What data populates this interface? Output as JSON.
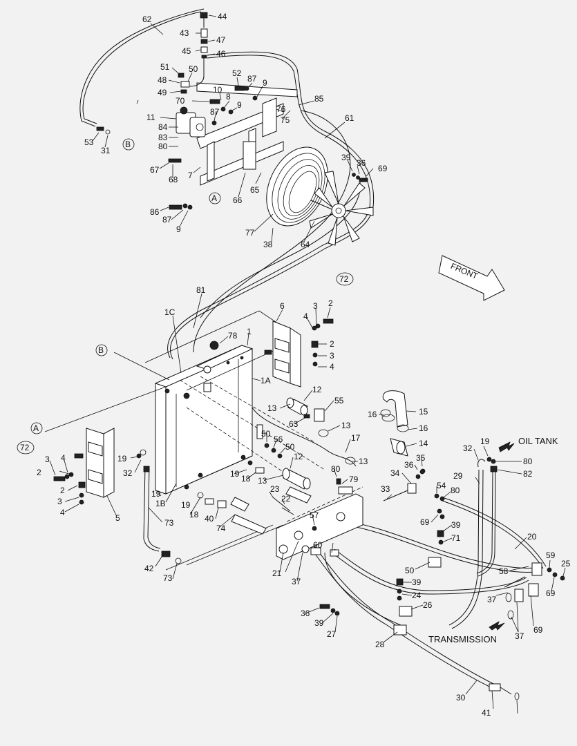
{
  "callouts": [
    {
      "id": "62"
    },
    {
      "id": "44"
    },
    {
      "id": "43"
    },
    {
      "id": "47"
    },
    {
      "id": "45"
    },
    {
      "id": "46"
    },
    {
      "id": "51"
    },
    {
      "id": "50"
    },
    {
      "id": "48"
    },
    {
      "id": "49"
    },
    {
      "id": "52"
    },
    {
      "id": "87"
    },
    {
      "id": "9"
    },
    {
      "id": "10"
    },
    {
      "id": "8"
    },
    {
      "id": "70"
    },
    {
      "id": "87"
    },
    {
      "id": "9"
    },
    {
      "id": "11"
    },
    {
      "id": "84"
    },
    {
      "id": "83"
    },
    {
      "id": "80"
    },
    {
      "id": "76"
    },
    {
      "id": "85"
    },
    {
      "id": "75"
    },
    {
      "id": "61"
    },
    {
      "id": "53"
    },
    {
      "id": "31"
    },
    {
      "id": "67"
    },
    {
      "id": "7"
    },
    {
      "id": "68"
    },
    {
      "id": "39"
    },
    {
      "id": "36"
    },
    {
      "id": "69"
    },
    {
      "id": "65"
    },
    {
      "id": "66"
    },
    {
      "id": "86"
    },
    {
      "id": "87"
    },
    {
      "id": "9"
    },
    {
      "id": "77"
    },
    {
      "id": "38"
    },
    {
      "id": "64"
    },
    {
      "id": "81"
    },
    {
      "id": "2"
    },
    {
      "id": "6"
    },
    {
      "id": "3"
    },
    {
      "id": "4"
    },
    {
      "id": "1C"
    },
    {
      "id": "78"
    },
    {
      "id": "1"
    },
    {
      "id": "2"
    },
    {
      "id": "3"
    },
    {
      "id": "4"
    },
    {
      "id": "1A"
    },
    {
      "id": "12"
    },
    {
      "id": "13"
    },
    {
      "id": "55"
    },
    {
      "id": "15"
    },
    {
      "id": "16"
    },
    {
      "id": "16"
    },
    {
      "id": "63"
    },
    {
      "id": "13"
    },
    {
      "id": "17"
    },
    {
      "id": "14"
    },
    {
      "id": "50"
    },
    {
      "id": "56"
    },
    {
      "id": "50"
    },
    {
      "id": "12"
    },
    {
      "id": "19"
    },
    {
      "id": "32"
    },
    {
      "id": "80"
    },
    {
      "id": "19"
    },
    {
      "id": "18"
    },
    {
      "id": "13"
    },
    {
      "id": "79"
    },
    {
      "id": "13"
    },
    {
      "id": "36"
    },
    {
      "id": "35"
    },
    {
      "id": "34"
    },
    {
      "id": "32"
    },
    {
      "id": "19"
    },
    {
      "id": "80"
    },
    {
      "id": "82"
    },
    {
      "id": "29"
    },
    {
      "id": "3"
    },
    {
      "id": "4"
    },
    {
      "id": "2"
    },
    {
      "id": "2"
    },
    {
      "id": "3"
    },
    {
      "id": "4"
    },
    {
      "id": "5"
    },
    {
      "id": "19"
    },
    {
      "id": "1B"
    },
    {
      "id": "23"
    },
    {
      "id": "22"
    },
    {
      "id": "33"
    },
    {
      "id": "54"
    },
    {
      "id": "80"
    },
    {
      "id": "19"
    },
    {
      "id": "18"
    },
    {
      "id": "40"
    },
    {
      "id": "74"
    },
    {
      "id": "57"
    },
    {
      "id": "69"
    },
    {
      "id": "39"
    },
    {
      "id": "71"
    },
    {
      "id": "73"
    },
    {
      "id": "60"
    },
    {
      "id": "20"
    },
    {
      "id": "42"
    },
    {
      "id": "73"
    },
    {
      "id": "21"
    },
    {
      "id": "37"
    },
    {
      "id": "50"
    },
    {
      "id": "59"
    },
    {
      "id": "25"
    },
    {
      "id": "58"
    },
    {
      "id": "69"
    },
    {
      "id": "39"
    },
    {
      "id": "24"
    },
    {
      "id": "37"
    },
    {
      "id": "26"
    },
    {
      "id": "69"
    },
    {
      "id": "36"
    },
    {
      "id": "39"
    },
    {
      "id": "27"
    },
    {
      "id": "37"
    },
    {
      "id": "28"
    },
    {
      "id": "30"
    },
    {
      "id": "41"
    }
  ],
  "circled_callouts": [
    {
      "id": "B"
    },
    {
      "id": "A"
    },
    {
      "id": "72"
    },
    {
      "id": "B"
    },
    {
      "id": "A"
    },
    {
      "id": "72"
    }
  ],
  "direction_labels": {
    "front": "FRONT",
    "oil_tank": "OIL TANK",
    "transmission": "TRANSMISSION"
  }
}
